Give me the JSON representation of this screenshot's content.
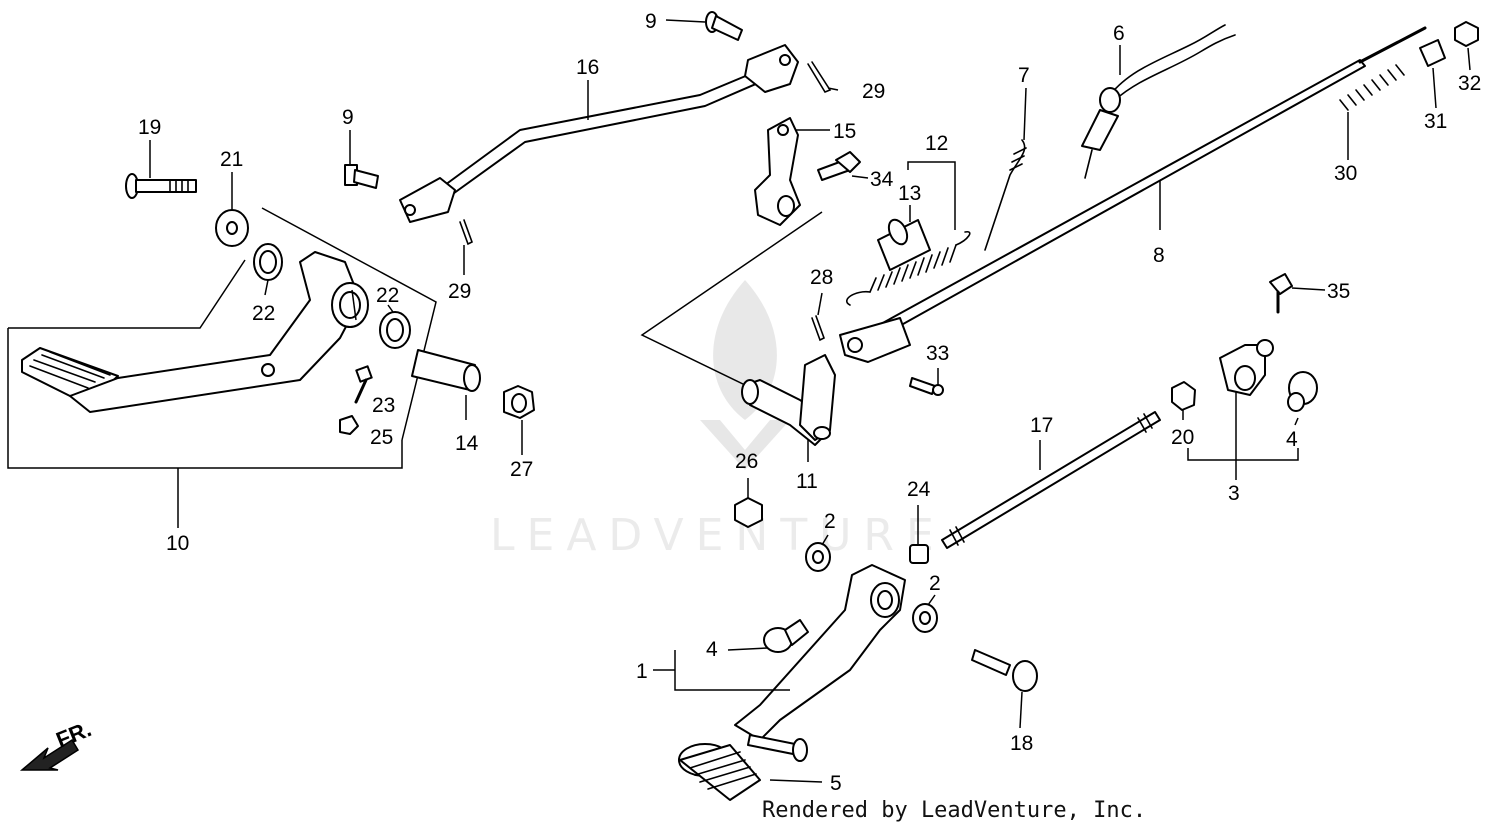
{
  "watermark": "LEADVENTURE",
  "credit": "Rendered by LeadVenture, Inc.",
  "direction_label": "FR.",
  "callouts": [
    "19",
    "21",
    "22",
    "22",
    "23",
    "25",
    "10",
    "14",
    "27",
    "9",
    "16",
    "9",
    "29",
    "29",
    "15",
    "34",
    "13",
    "12",
    "7",
    "6",
    "8",
    "28",
    "33",
    "11",
    "26",
    "17",
    "24",
    "2",
    "2",
    "4",
    "1",
    "5",
    "18",
    "20",
    "4",
    "3",
    "35",
    "30",
    "31",
    "32"
  ]
}
